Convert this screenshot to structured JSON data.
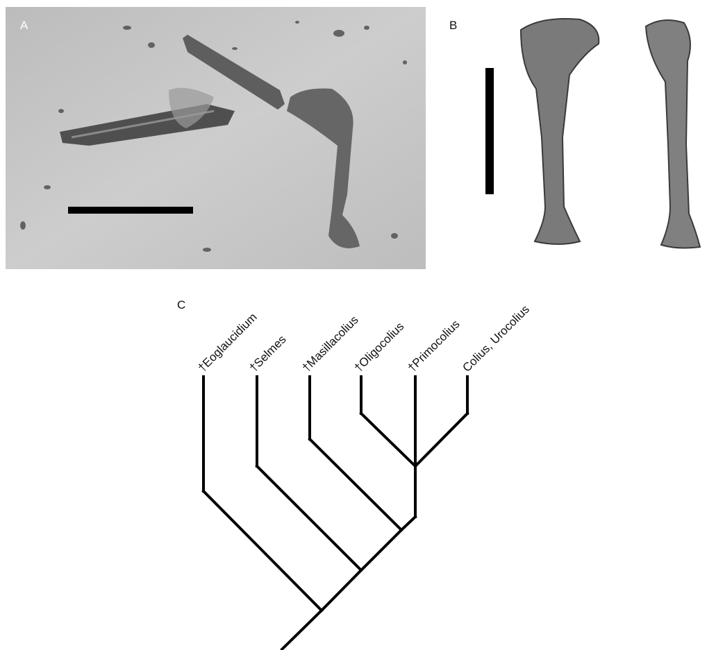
{
  "panels": {
    "a": {
      "label": "A"
    },
    "b": {
      "label": "B"
    },
    "c": {
      "label": "C"
    }
  },
  "cladogram": {
    "taxa": [
      "†Eoglaucidium",
      "†Selmes",
      "†Masillacolius",
      "†Oligocolius",
      "†Primocolius",
      "Colius, Urocolius"
    ]
  },
  "colors": {
    "background": "#ffffff",
    "tree_line": "#000000",
    "photo_matrix": "#c9c9c9",
    "bone": "#6e6e6e",
    "scale_bar": "#000000"
  }
}
